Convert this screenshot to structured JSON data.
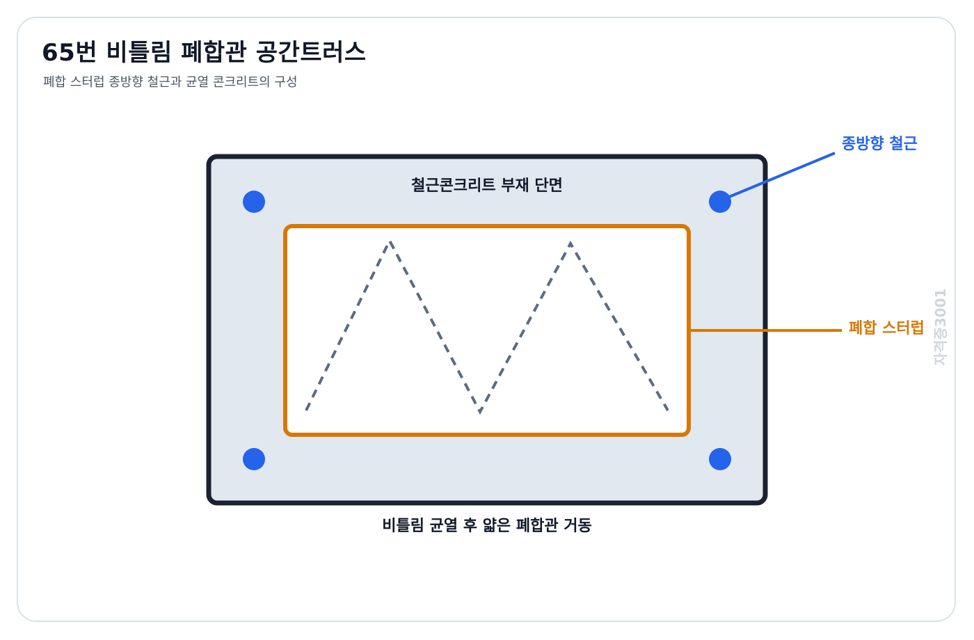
{
  "header": {
    "title": "65번 비틀림 폐합관 공간트러스",
    "subtitle": "폐합 스터럽 종방향 철근과 균열 콘크리트의 구성"
  },
  "diagram": {
    "section_label": "철근콘크리트 부재 단면",
    "caption": "비틀림 균열 후 얇은 폐합관 거동",
    "callouts": {
      "longitudinal_rebar": "종방향 철근",
      "closed_stirrup": "폐합 스터럽"
    },
    "watermark": "자격증3001"
  },
  "colors": {
    "section_fill": "#e2e8f0",
    "section_border": "#1a2232",
    "rebar": "#2563eb",
    "stirrup": "#d97706",
    "truss_dash": "#5b6b80",
    "watermark": "#d1d5db"
  }
}
